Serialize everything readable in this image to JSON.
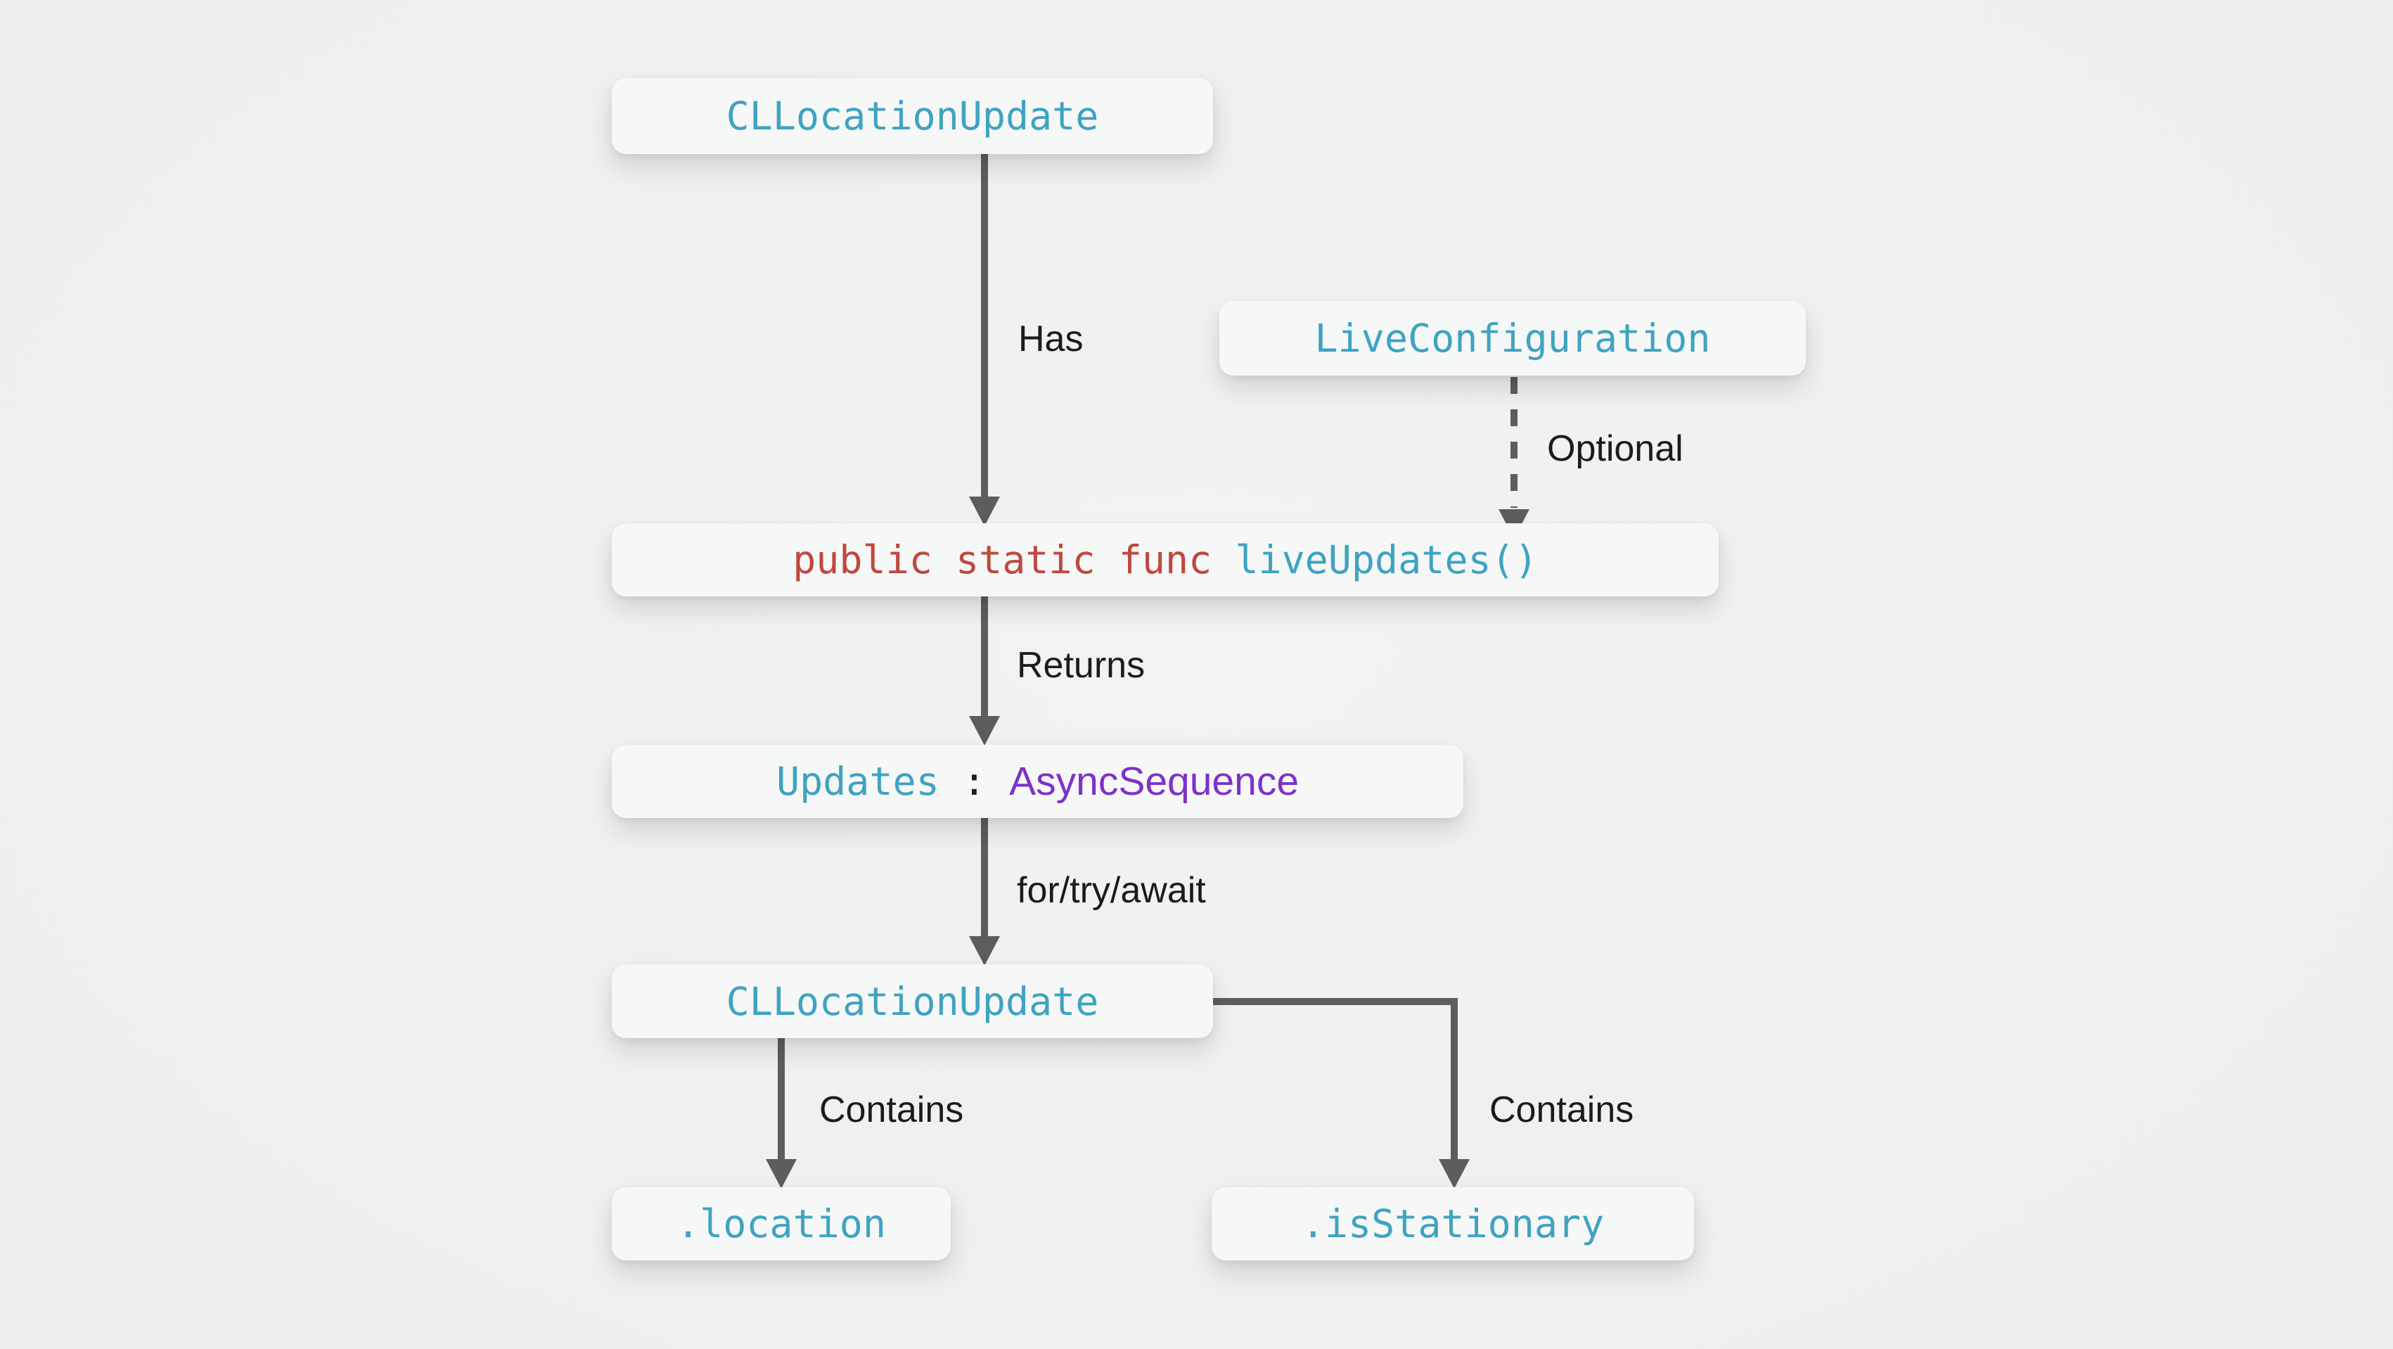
{
  "palette": {
    "page_background": "#eeefef",
    "node_background": "#f6f7f7",
    "code_teal": "#3fa3c1",
    "code_red": "#c0483e",
    "type_purple": "#7d32c8",
    "label_text": "#1b1b1d",
    "arrow_gray": "#5c5e5e"
  },
  "diagram": {
    "nodes": {
      "cllocationupdate_top": {
        "text": "CLLocationUpdate"
      },
      "liveconfiguration": {
        "text": "LiveConfiguration"
      },
      "liveupdates": {
        "keyword": "public static func ",
        "name": "liveUpdates()"
      },
      "updates": {
        "name": "Updates",
        "separator": " : ",
        "type": "AsyncSequence"
      },
      "cllocationupdate_result": {
        "text": "CLLocationUpdate"
      },
      "location": {
        "text": ".location"
      },
      "isstationary": {
        "text": ".isStationary"
      }
    },
    "edges": {
      "has": {
        "label": "Has",
        "style": "solid",
        "from": "cllocationupdate_top",
        "to": "liveupdates"
      },
      "optional": {
        "label": "Optional",
        "style": "dashed",
        "from": "liveconfiguration",
        "to": "liveupdates"
      },
      "returns": {
        "label": "Returns",
        "style": "solid",
        "from": "liveupdates",
        "to": "updates"
      },
      "for_try_await": {
        "label": "for/try/await",
        "style": "solid",
        "from": "updates",
        "to": "cllocationupdate_result"
      },
      "contains_location": {
        "label": "Contains",
        "style": "solid",
        "from": "cllocationupdate_result",
        "to": "location"
      },
      "contains_isstationary": {
        "label": "Contains",
        "style": "solid",
        "from": "cllocationupdate_result",
        "to": "isstationary"
      }
    }
  }
}
